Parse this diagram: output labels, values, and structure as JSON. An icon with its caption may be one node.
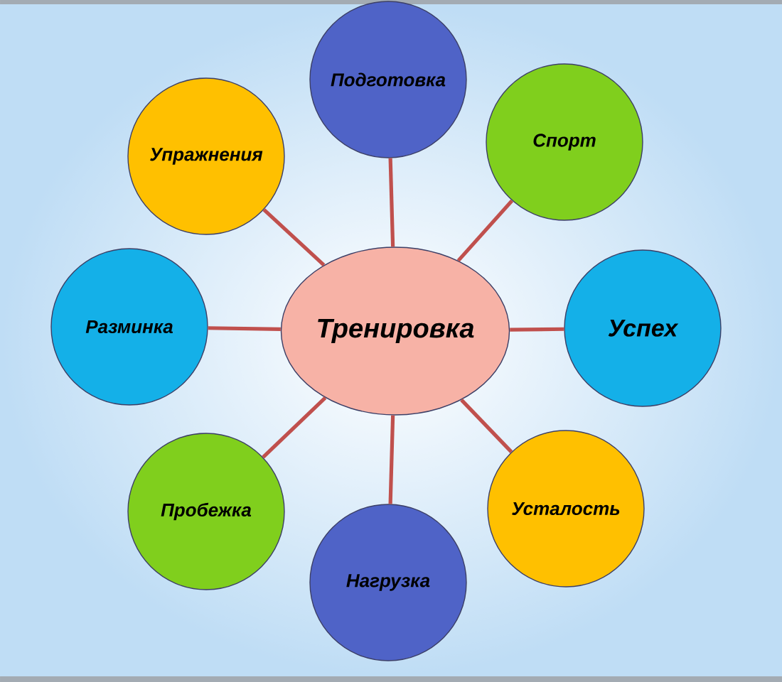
{
  "diagram": {
    "nodes": [
      {
        "text": [
          "Подготовка"
        ]
      },
      {
        "text": [
          "Упражнения"
        ]
      },
      {
        "text": [
          "Спорт"
        ]
      },
      {
        "text": [
          "Разминка"
        ]
      },
      {
        "text": [
          "Тренировка"
        ]
      },
      {
        "text": [
          "Успех"
        ]
      },
      {
        "text": [
          "Пробежка"
        ]
      },
      {
        "text": [
          "Усталость"
        ]
      },
      {
        "text": [
          "Нагрузка"
        ]
      }
    ],
    "edges": [
      {
        "from": 4,
        "to": 0,
        "arrow": "none"
      },
      {
        "from": 4,
        "to": 1,
        "arrow": "none"
      },
      {
        "from": 4,
        "to": 2,
        "arrow": "none"
      },
      {
        "from": 4,
        "to": 3,
        "arrow": "none"
      },
      {
        "from": 4,
        "to": 5,
        "arrow": "none"
      },
      {
        "from": 4,
        "to": 6,
        "arrow": "none"
      },
      {
        "from": 4,
        "to": 7,
        "arrow": "none"
      },
      {
        "from": 4,
        "to": 8,
        "arrow": "none"
      }
    ]
  }
}
